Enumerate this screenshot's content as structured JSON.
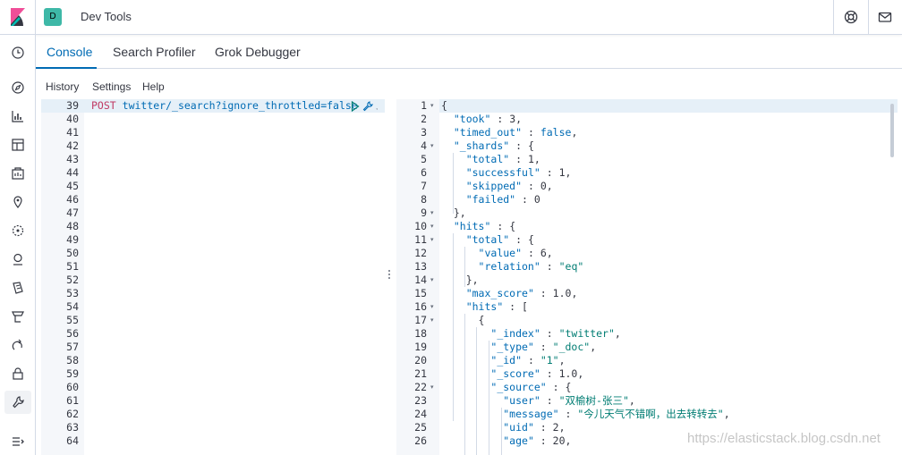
{
  "header": {
    "space_initial": "D",
    "app_title": "Dev Tools",
    "right_icons": [
      "help-icon",
      "mail-icon"
    ]
  },
  "sidenav": {
    "items": [
      "clock-icon",
      "discover-icon",
      "visualize-icon",
      "dashboard-icon",
      "canvas-icon",
      "maps-icon",
      "ml-icon",
      "apm-icon",
      "logs-icon",
      "uptime-icon",
      "siem-icon",
      "security-icon",
      "devtools-icon"
    ],
    "collapse_icon": "menu-collapse-icon"
  },
  "tabs": [
    {
      "label": "Console",
      "active": true
    },
    {
      "label": "Search Profiler",
      "active": false
    },
    {
      "label": "Grok Debugger",
      "active": false
    }
  ],
  "menu": {
    "history": "History",
    "settings": "Settings",
    "help": "Help"
  },
  "request": {
    "method": "POST",
    "path": "twitter/_search?ignore_throttled=false",
    "line_numbers": [
      "39",
      "40",
      "41",
      "42",
      "43",
      "44",
      "45",
      "46",
      "47",
      "48",
      "49",
      "50",
      "51",
      "52",
      "53",
      "54",
      "55",
      "56",
      "57",
      "58",
      "59",
      "60",
      "61",
      "62",
      "63",
      "64"
    ]
  },
  "response": {
    "line_numbers": [
      "1",
      "2",
      "3",
      "4",
      "5",
      "6",
      "7",
      "8",
      "9",
      "10",
      "11",
      "12",
      "13",
      "14",
      "15",
      "16",
      "17",
      "18",
      "19",
      "20",
      "21",
      "22",
      "23",
      "24",
      "25",
      "26"
    ],
    "lines": [
      "{",
      "  \"took\" : 3,",
      "  \"timed_out\" : false,",
      "  \"_shards\" : {",
      "    \"total\" : 1,",
      "    \"successful\" : 1,",
      "    \"skipped\" : 0,",
      "    \"failed\" : 0",
      "  },",
      "  \"hits\" : {",
      "    \"total\" : {",
      "      \"value\" : 6,",
      "      \"relation\" : \"eq\"",
      "    },",
      "    \"max_score\" : 1.0,",
      "    \"hits\" : [",
      "      {",
      "        \"_index\" : \"twitter\",",
      "        \"_type\" : \"_doc\",",
      "        \"_id\" : \"1\",",
      "        \"_score\" : 1.0,",
      "        \"_source\" : {",
      "          \"user\" : \"双榆树-张三\",",
      "          \"message\" : \"今儿天气不错啊，出去转转去\",",
      "          \"uid\" : 2,",
      "          \"age\" : 20,"
    ]
  },
  "watermark": "https://elasticstack.blog.csdn.net"
}
